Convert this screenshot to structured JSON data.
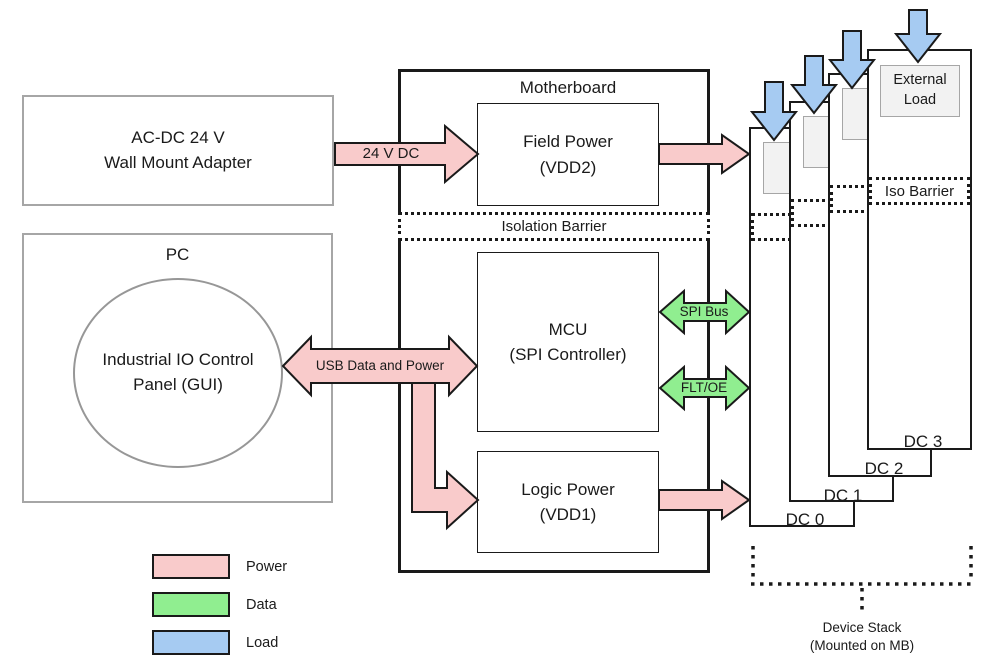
{
  "adapter": {
    "line1": "AC-DC 24 V",
    "line2": "Wall Mount Adapter"
  },
  "pc": {
    "title": "PC",
    "gui_line1": "Industrial IO Control",
    "gui_line2": "Panel (GUI)"
  },
  "motherboard": {
    "title": "Motherboard",
    "field_power_line1": "Field Power",
    "field_power_line2": "(VDD2)",
    "isolation_barrier": "Isolation Barrier",
    "mcu_line1": "MCU",
    "mcu_line2": "(SPI Controller)",
    "logic_power_line1": "Logic Power",
    "logic_power_line2": "(VDD1)"
  },
  "arrows": {
    "dc24": "24 V DC",
    "usb": "USB Data and Power",
    "spi": "SPI Bus",
    "flt": "FLT/OE"
  },
  "stack": {
    "cards": [
      {
        "label": "DC 0"
      },
      {
        "label": "DC 1"
      },
      {
        "label": "DC 2"
      },
      {
        "label": "DC 3"
      }
    ],
    "external_load_line1": "External",
    "external_load_line2": "Load",
    "iso_barrier": "Iso Barrier",
    "caption_line1": "Device Stack",
    "caption_line2": "(Mounted on MB)"
  },
  "legend": [
    {
      "label": "Power",
      "swatch_style": "background:#f9cbcb"
    },
    {
      "label": "Data",
      "swatch_style": "background:#90ee90"
    },
    {
      "label": "Load",
      "swatch_style": "background:#a6cbf2"
    }
  ],
  "colors": {
    "power": "#f9cbcb",
    "data": "#90ee90",
    "load": "#a6cbf2"
  }
}
